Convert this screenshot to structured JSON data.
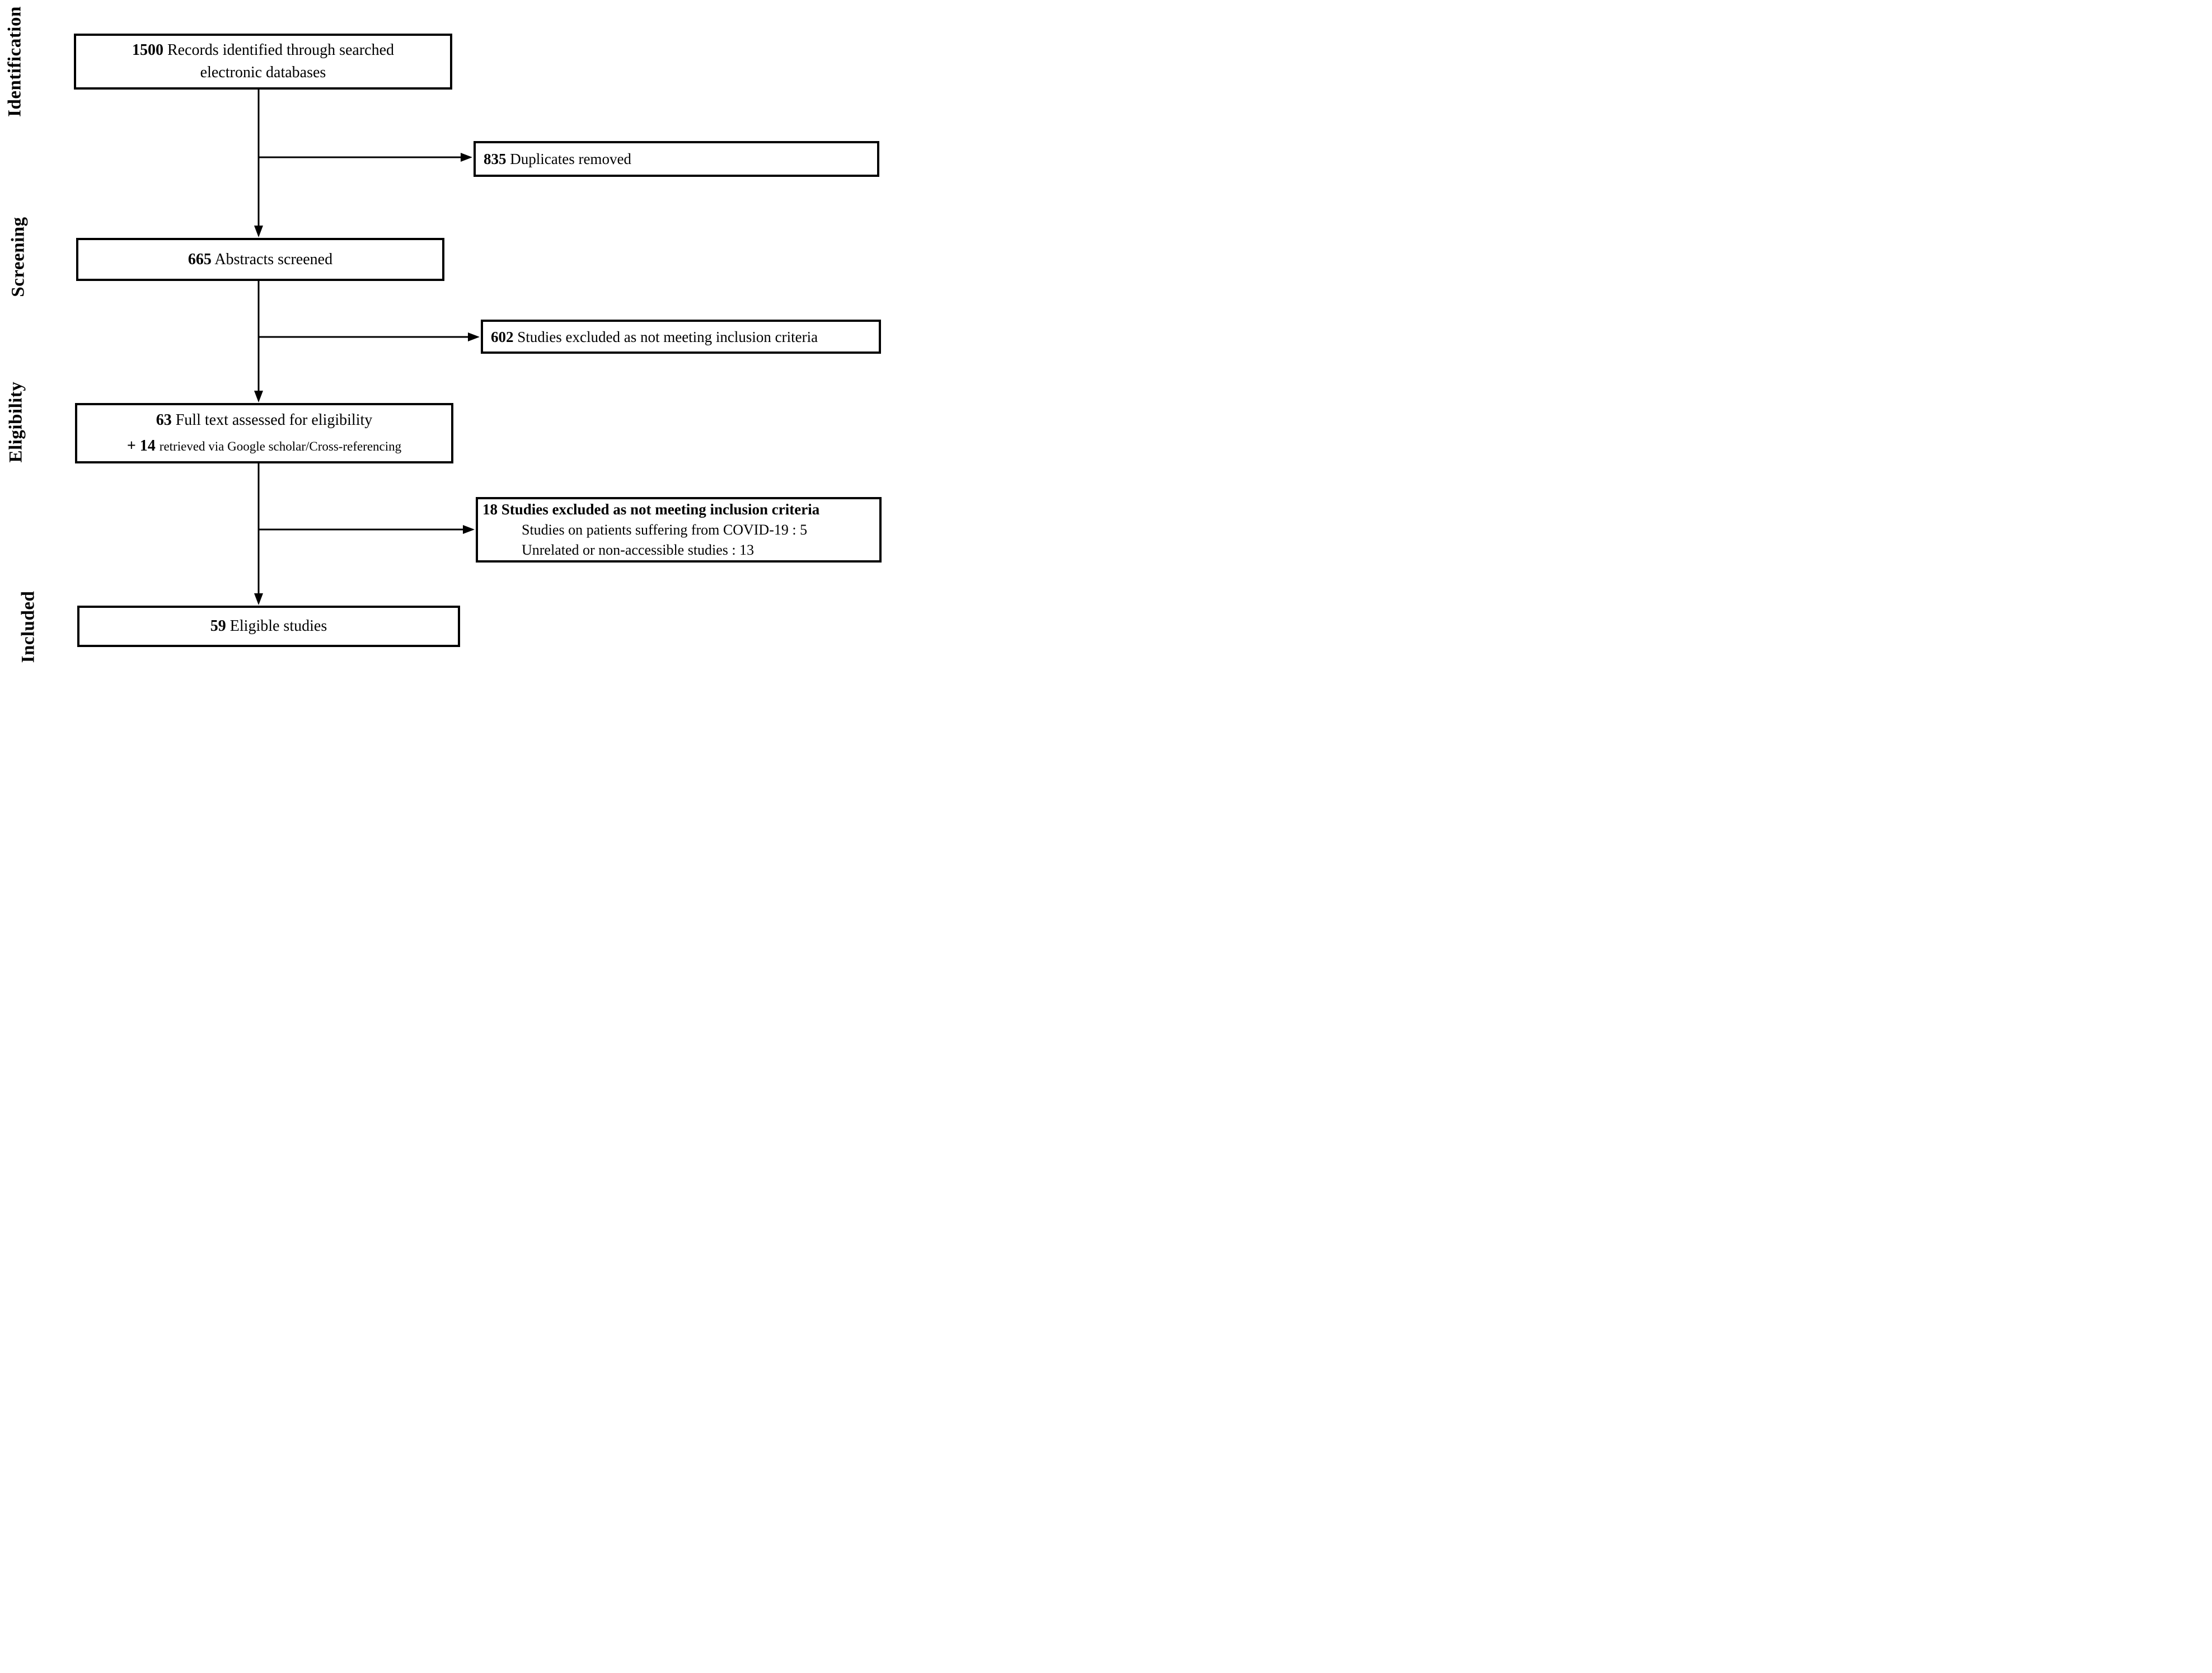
{
  "diagram": {
    "stages": [
      {
        "label": "Identification"
      },
      {
        "label": "Screening"
      },
      {
        "label": "Eligibility"
      },
      {
        "label": "Included"
      }
    ],
    "nodes": {
      "identified": {
        "count": "1500",
        "text": "Records identified through searched",
        "text2": "electronic databases"
      },
      "duplicates": {
        "count": "835",
        "text": "Duplicates removed"
      },
      "screened": {
        "count": "665",
        "text": "Abstracts screened"
      },
      "excluded_screening": {
        "count": "602",
        "text": "Studies excluded as not meeting inclusion criteria"
      },
      "fulltext": {
        "count": "63",
        "text": "Full text assessed for eligibility",
        "count2": "+ 14",
        "text2": "retrieved via Google scholar/Cross-referencing"
      },
      "excluded_eligibility": {
        "heading": "18 Studies excluded as not meeting inclusion criteria",
        "reasons": [
          "Studies on patients suffering from COVID-19 : 5",
          "Unrelated or non-accessible studies : 13"
        ]
      },
      "eligible": {
        "count": "59",
        "text": "Eligible studies"
      }
    },
    "colors": {
      "ink": "#000000",
      "background": "#ffffff"
    }
  }
}
